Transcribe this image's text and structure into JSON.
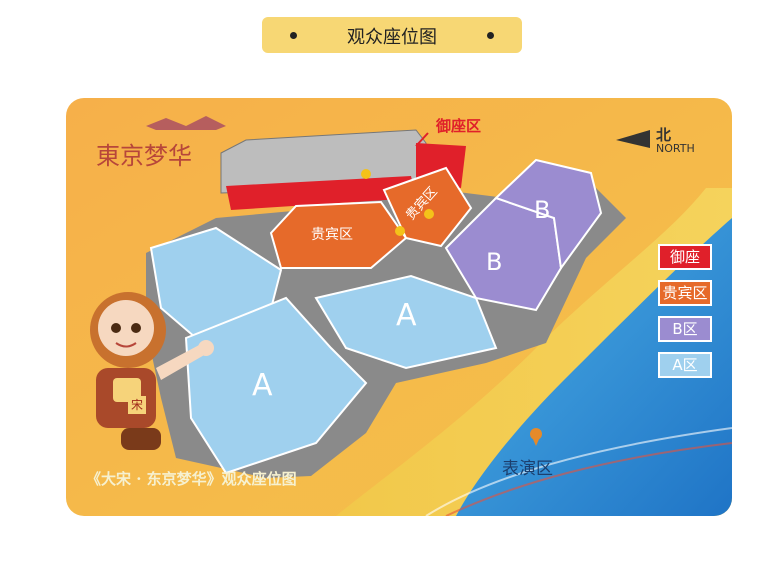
{
  "header": {
    "title": "观众座位图"
  },
  "map": {
    "logo_text": "東京梦华",
    "royal_callout": "御座区",
    "compass": {
      "cn": "北",
      "en": "NORTH"
    },
    "sections": {
      "vip_left": "贵宾区",
      "vip_right": "贵宾区",
      "b_upper": "B",
      "b_lower": "B",
      "a_right": "A",
      "a_left": "A"
    },
    "stage_label": "表演区",
    "caption": "《大宋 · 东京梦华》观众座位图",
    "mascot_badge": "宋",
    "legend": [
      {
        "label": "御座",
        "color": "#e0202a"
      },
      {
        "label": "贵宾区",
        "color": "#e66a2a"
      },
      {
        "label": "B区",
        "color": "#9b8cd0"
      },
      {
        "label": "A区",
        "color": "#9fd0ee"
      }
    ]
  }
}
